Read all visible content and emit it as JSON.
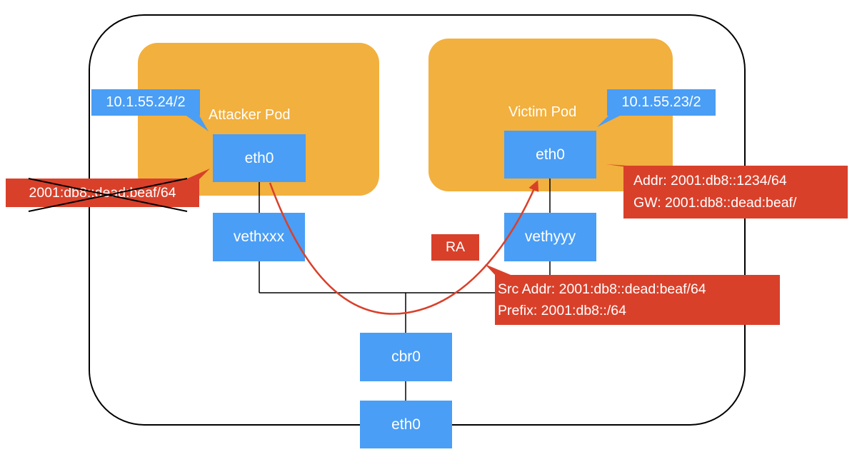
{
  "attacker_pod": {
    "title": "Attacker Pod",
    "ip_v4": "10.1.55.24/2",
    "eth0_label": "eth0",
    "ipv6_removed": "2001:db8::dead:beaf/64"
  },
  "victim_pod": {
    "title": "Victim Pod",
    "ip_v4": "10.1.55.23/2",
    "eth0_label": "eth0",
    "addr_line": "Addr: 2001:db8::1234/64",
    "gw_line": "GW: 2001:db8::dead:beaf/"
  },
  "veth_attacker_label": "vethxxx",
  "veth_victim_label": "vethyyy",
  "bridge_label": "cbr0",
  "host_eth0_label": "eth0",
  "ra": {
    "tag": "RA",
    "src_addr_line": "Src Addr: 2001:db8::dead:beaf/64",
    "prefix_line": "Prefix: 2001:db8::/64"
  },
  "colors": {
    "pod": "#f2b03e",
    "node": "#4a9ef5",
    "alert": "#d9402a",
    "line": "#000000",
    "node_text": "#ffffff"
  }
}
